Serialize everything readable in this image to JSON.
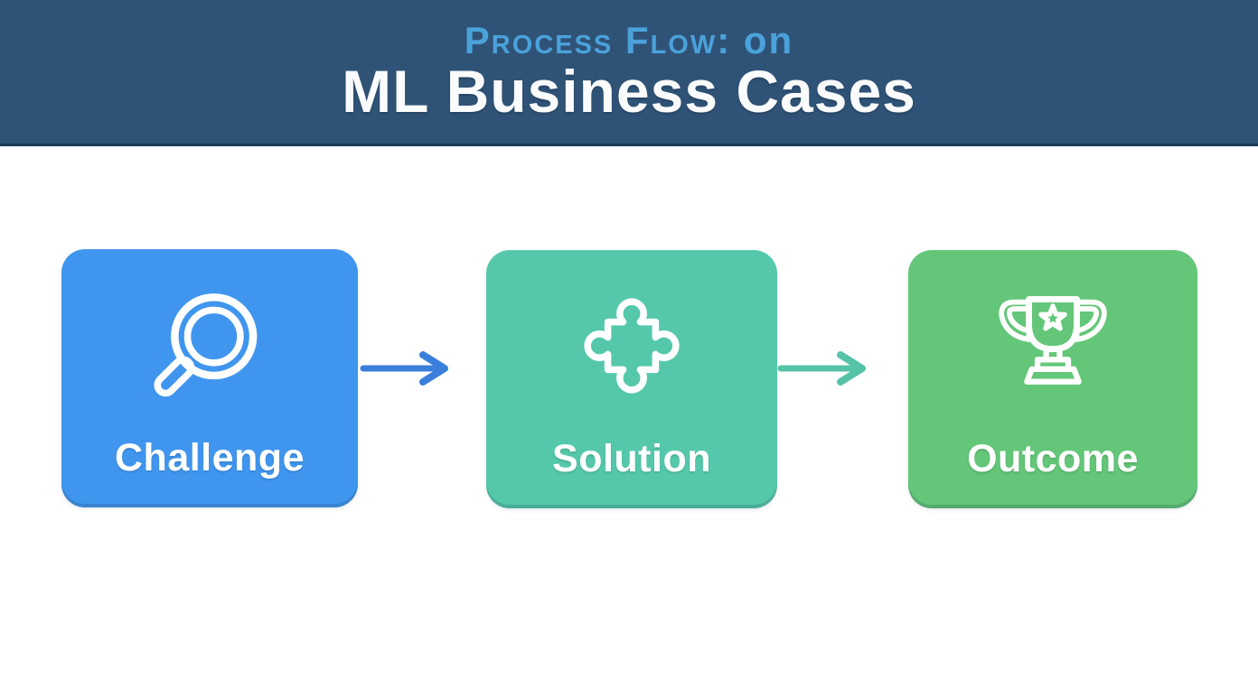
{
  "header": {
    "subtitle_smallcaps": "Process Flow:",
    "subtitle_suffix": " on",
    "title": "ML Business Cases",
    "background_color": "#2F5377",
    "subtitle_color": "#4BA2DB",
    "title_color": "#FAFBFC"
  },
  "flow": {
    "steps": [
      {
        "label": "Challenge",
        "icon": "magnifying-glass-icon",
        "color": "#4096EE"
      },
      {
        "label": "Solution",
        "icon": "puzzle-piece-icon",
        "color": "#55C8AB"
      },
      {
        "label": "Outcome",
        "icon": "trophy-icon",
        "color": "#63C678"
      }
    ],
    "arrow_colors": [
      "#3B7FDD",
      "#55C3A7"
    ],
    "icon_stroke_color": "#FFFFFF"
  }
}
